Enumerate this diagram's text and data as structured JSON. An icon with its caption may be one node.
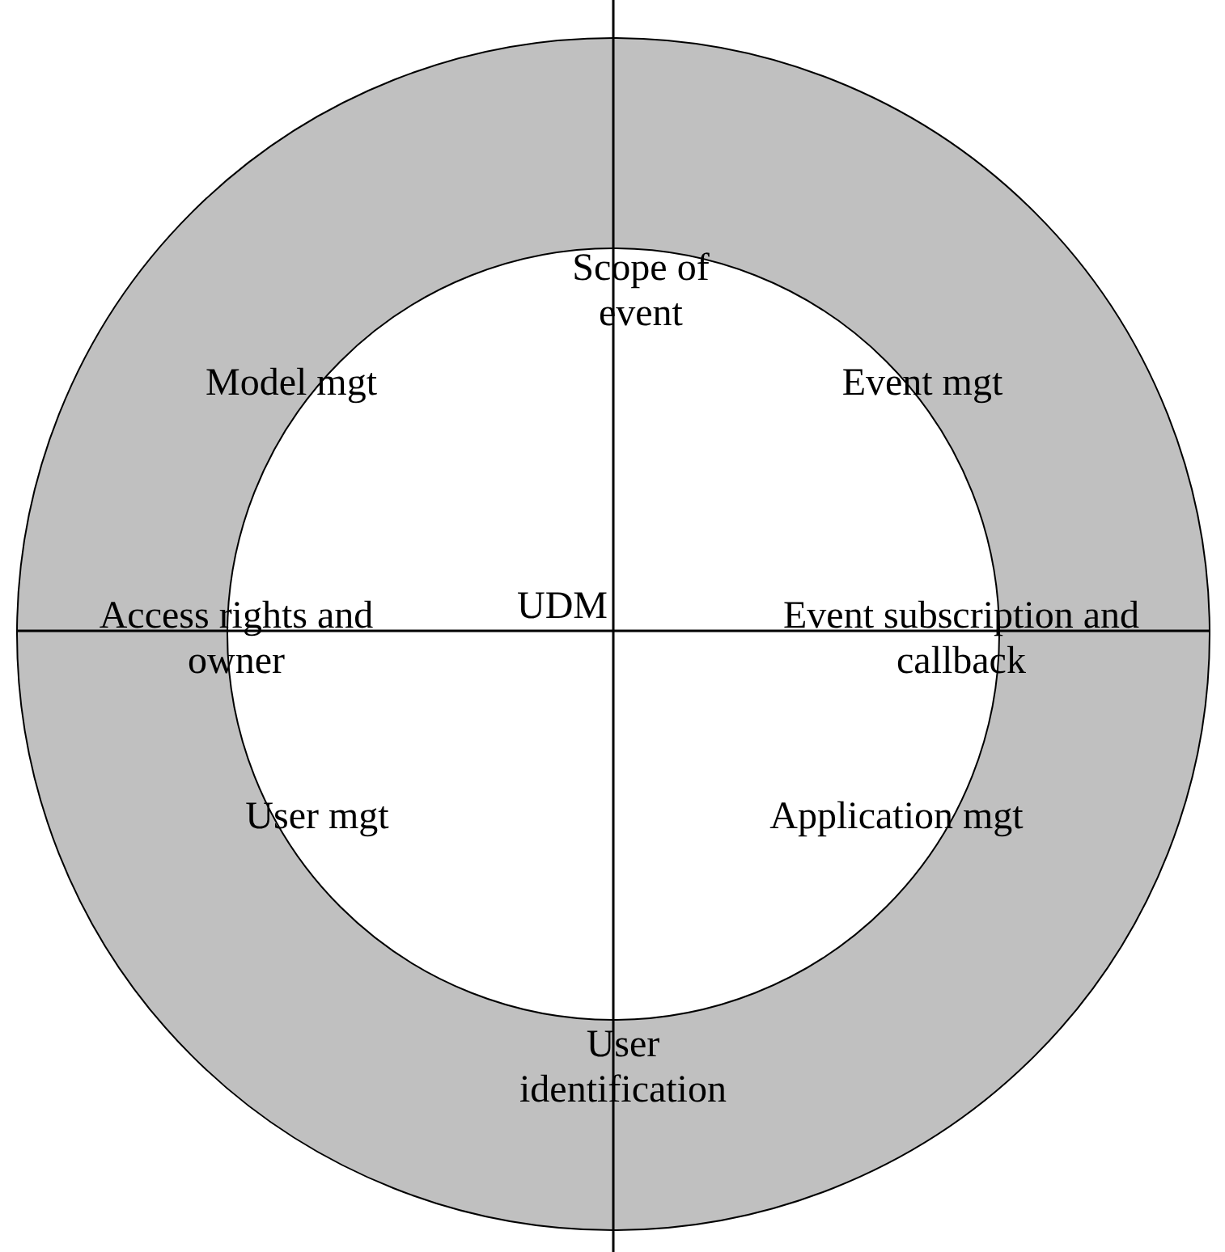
{
  "diagram": {
    "nodes": [
      {
        "text": [],
        "shape": "circle"
      },
      {
        "text": [
          "UDM"
        ],
        "in": 0
      }
    ],
    "labels": [
      "Scope of event",
      "Model mgt",
      "Event mgt",
      "Access rights and owner",
      "Event subscription and callback",
      "User mgt",
      "Application mgt",
      "User identification"
    ]
  }
}
